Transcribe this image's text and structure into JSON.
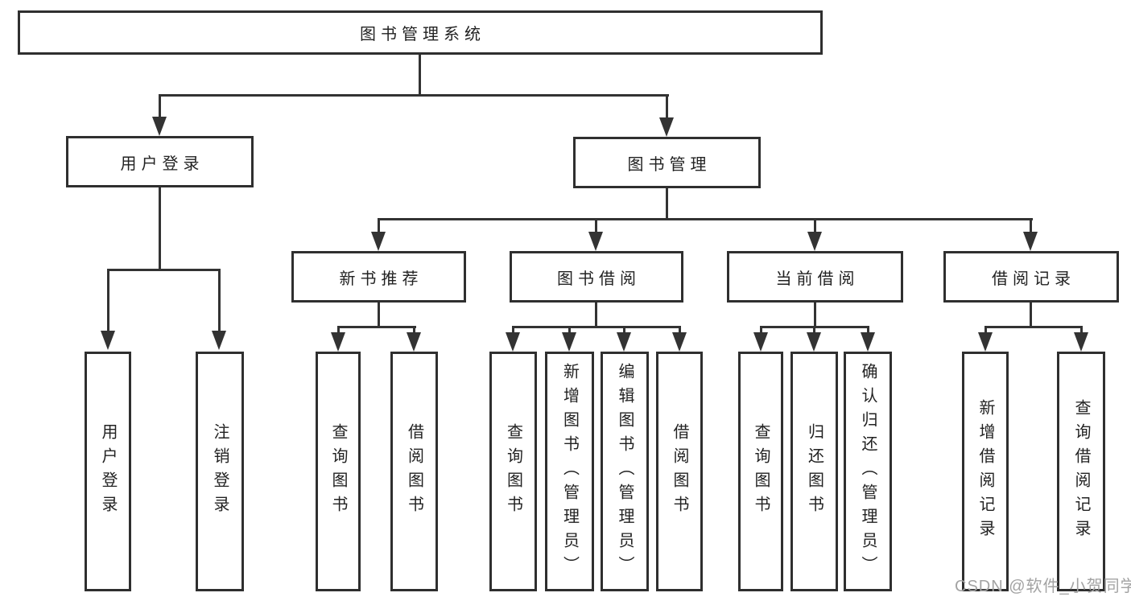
{
  "tree": {
    "root": "图书管理系统",
    "branches": [
      {
        "label": "用户登录",
        "children": [
          "用户登录",
          "注销登录"
        ]
      },
      {
        "label": "图书管理",
        "sections": [
          {
            "label": "新书推荐",
            "children": [
              "查询图书",
              "借阅图书"
            ]
          },
          {
            "label": "图书借阅",
            "children": [
              "查询图书",
              "新增图书（管理员）",
              "编辑图书（管理员）",
              "借阅图书"
            ]
          },
          {
            "label": "当前借阅",
            "children": [
              "查询图书",
              "归还图书",
              "确认归还（管理员）"
            ]
          },
          {
            "label": "借阅记录",
            "children": [
              "新增借阅记录",
              "查询借阅记录"
            ]
          }
        ]
      }
    ]
  },
  "watermark": "CSDN @软件_小贺同学",
  "colors": {
    "line": "#333333",
    "border": "#2f2f2f",
    "text": "#222222",
    "watermark": "#a3a3a3",
    "background": "#ffffff"
  }
}
